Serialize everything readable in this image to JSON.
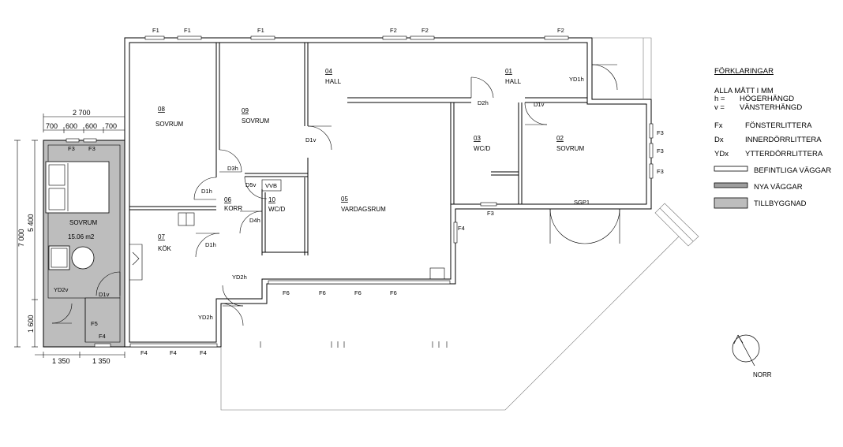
{
  "rooms": [
    {
      "num": "08",
      "name": "SOVRUM"
    },
    {
      "num": "09",
      "name": "SOVRUM"
    },
    {
      "num": "04",
      "name": "HALL"
    },
    {
      "num": "01",
      "name": "HALL"
    },
    {
      "num": "03",
      "name": "WC/D"
    },
    {
      "num": "02",
      "name": "SOVRUM"
    },
    {
      "num": "06",
      "name": "KORR"
    },
    {
      "num": "10",
      "name": "WC/D"
    },
    {
      "num": "05",
      "name": "VARDAGSRUM"
    },
    {
      "num": "07",
      "name": "KÖK"
    }
  ],
  "new_room": {
    "name": "SOVRUM",
    "area": "15.06 m2"
  },
  "labels": {
    "F1": "F1",
    "F2": "F2",
    "F3": "F3",
    "F4": "F4",
    "F5": "F5",
    "F6": "F6",
    "D1v": "D1v",
    "D1h": "D1h",
    "D2h": "D2h",
    "D3h": "D3h",
    "D4h": "D4h",
    "D5v": "D5v",
    "YD1h": "YD1h",
    "YD2h": "YD2h",
    "YD2v": "YD2v",
    "SGP1": "SGP1",
    "VVB": "VVB"
  },
  "dimensions": {
    "top_total": "2 700",
    "top_parts": [
      "700",
      "600",
      "600",
      "700"
    ],
    "left_total": "7 000",
    "left_upper": "5 400",
    "left_lower": "1 600",
    "bottom_parts": [
      "1 350",
      "1 350"
    ]
  },
  "legend": {
    "title": "FÖRKLARINGAR",
    "measure": "ALLA MÅTT I MM",
    "h_key": "h  =",
    "h_value": "HÖGERHÄNGD",
    "v_key": "v  =",
    "v_value": "VÄNSTERHÄNGD",
    "fx_key": "Fx",
    "fx_value": "FÖNSTERLITTERA",
    "dx_key": "Dx",
    "dx_value": "INNERDÖRRLITTERA",
    "ydx_key": "YDx",
    "ydx_value": "YTTERDÖRRLITTERA",
    "swatches": [
      {
        "label": "BEFINTLIGA VÄGGAR",
        "color": "#ffffff"
      },
      {
        "label": "NYA VÄGGAR",
        "color": "#9e9e9e"
      },
      {
        "label": "TILLBYGGNAD",
        "color": "#bdbdbd"
      }
    ]
  },
  "compass": {
    "label": "NORR"
  },
  "colors": {
    "extension_fill": "#bdbdbd",
    "new_wall": "#9e9e9e"
  }
}
